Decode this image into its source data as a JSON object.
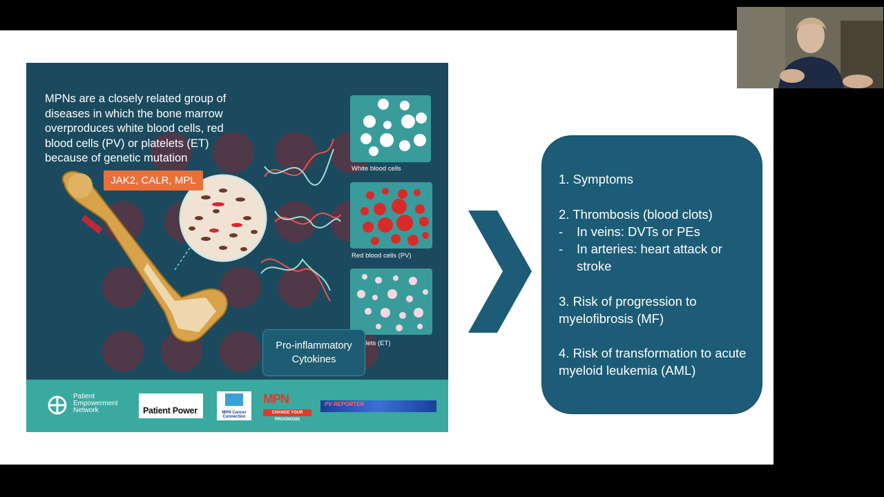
{
  "infographic": {
    "intro_text": "MPNs are a closely related group of diseases in which the bone marrow overproduces white blood cells, red blood cells (PV) or platelets (ET) because of genetic mutation",
    "gene_tag": "JAK2, CALR, MPL",
    "cell_labels": {
      "white": "White blood cells",
      "red": "Red blood cells (PV)",
      "platelets": "platelets (ET)"
    },
    "cytokines_label": "Pro-inflammatory Cytokines",
    "footer_logos": {
      "pen": "Patient Empowerment Network",
      "patient_power": "Patient Power",
      "mpn_cancer_connection": "MPN Cancer Connection",
      "mpn_research": "MPN",
      "mpn_research_tagline": "CHANGE YOUR PROGNOSIS",
      "pv_reporter": "PV REPORTER"
    }
  },
  "summary": {
    "item1": "1. Symptoms",
    "item2": "2. Thrombosis (blood clots)",
    "item2_sub1": "In veins:  DVTs or PEs",
    "item2_sub2": "In arteries: heart attack or stroke",
    "dash": "-",
    "item3": "3. Risk of progression to myelofibrosis (MF)",
    "item4": "4. Risk of transformation to acute myeloid leukemia (AML)"
  },
  "colors": {
    "infographic_bg": "#1b4a5e",
    "accent_orange": "#e9703a",
    "footer_teal": "#3aa9a0",
    "summary_box": "#1c5c76",
    "arrow": "#1c5c76"
  }
}
